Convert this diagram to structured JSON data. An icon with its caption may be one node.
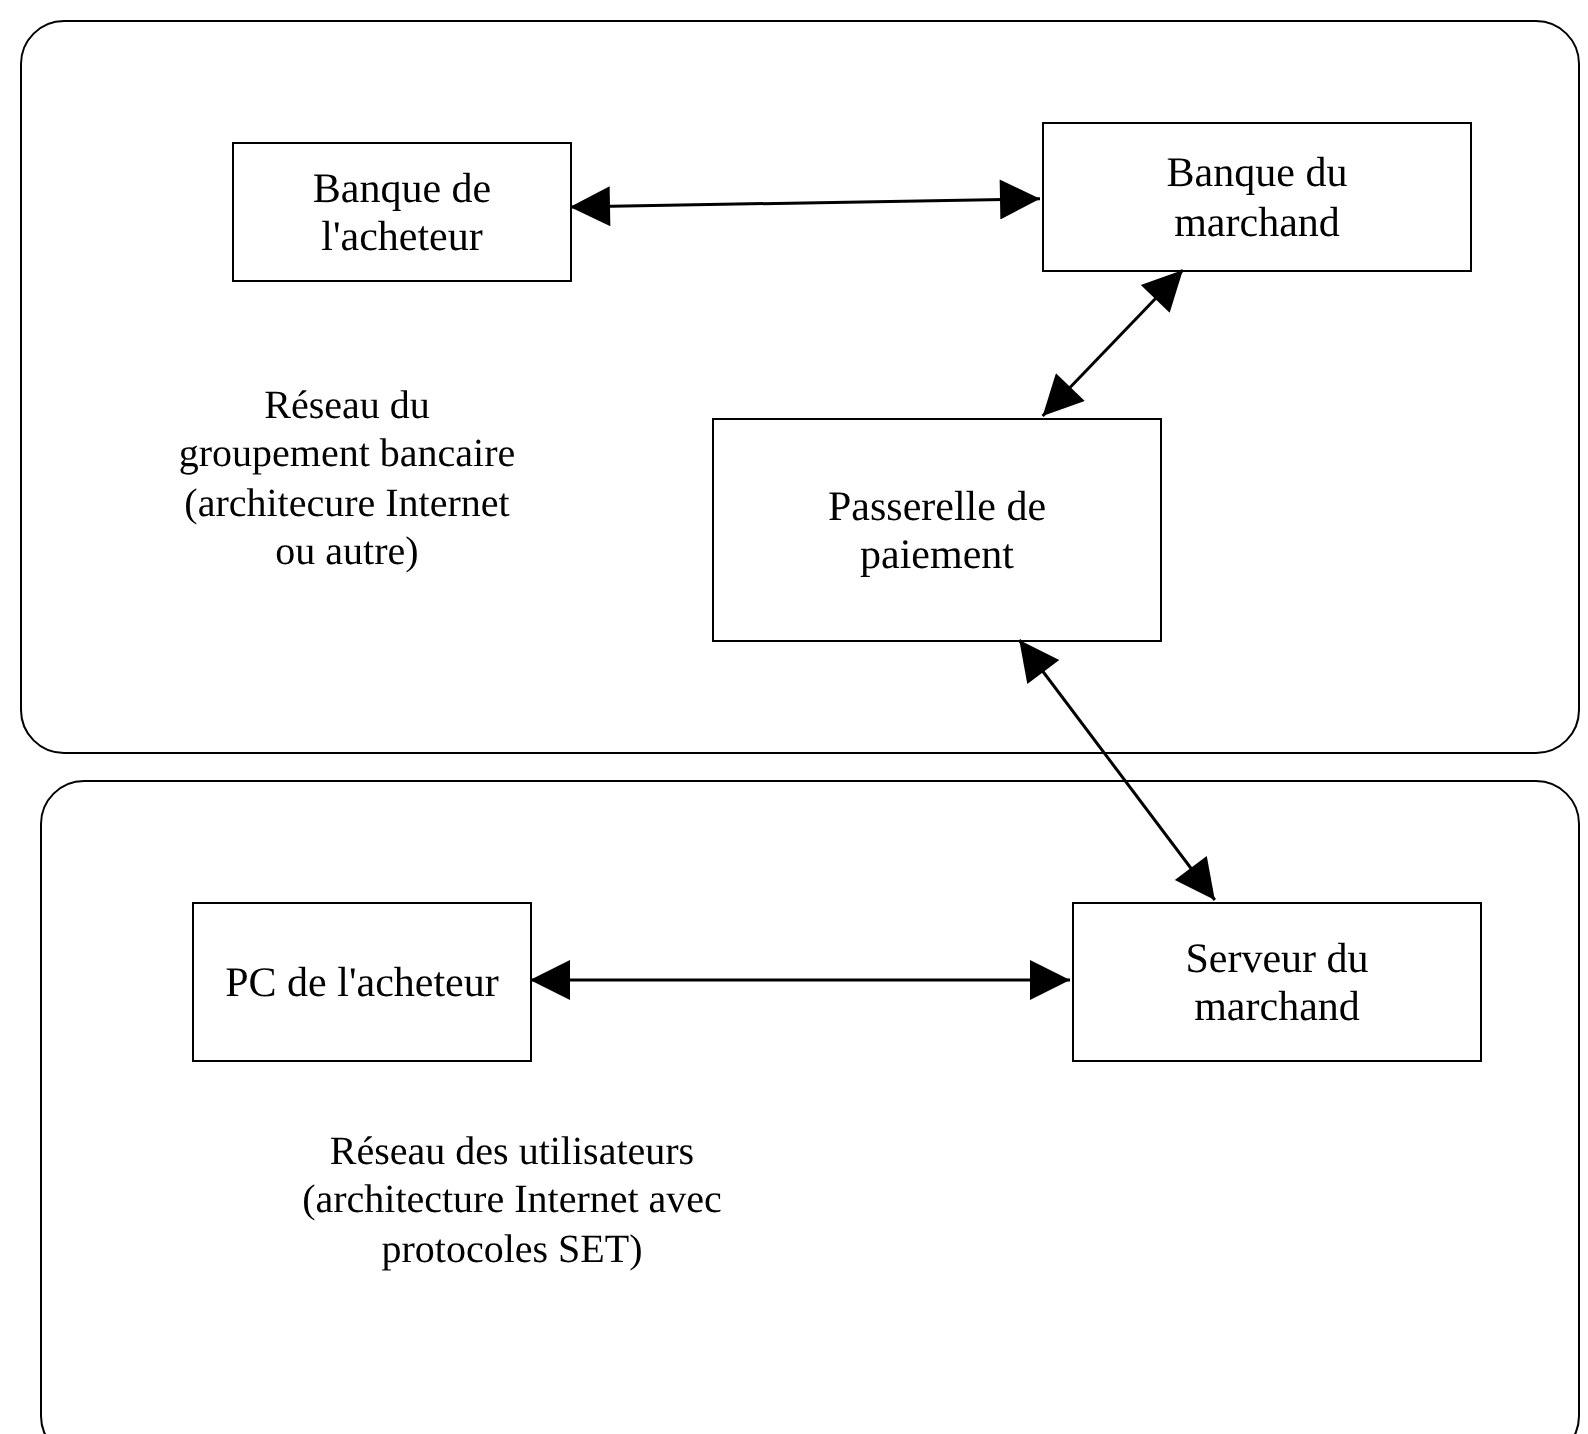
{
  "diagram": {
    "nodes": [
      {
        "text": [
          "Réseau du groupement bancaire (architecure Internet ou autre)"
        ]
      },
      {
        "text": [
          "Banque de l'acheteur"
        ],
        "in": 0
      },
      {
        "text": [
          "Banque du marchand"
        ],
        "in": 0
      },
      {
        "text": [
          "Passerelle de paiement"
        ],
        "in": 0
      },
      {
        "text": [
          "Réseau des utilisateurs (architecture Internet avec protocoles SET)"
        ]
      },
      {
        "text": [
          "PC de l'acheteur"
        ],
        "in": 4
      },
      {
        "text": [
          "Serveur du marchand"
        ],
        "in": 4
      }
    ],
    "edges": [
      {
        "from": 1,
        "to": 2,
        "arrow": "both"
      },
      {
        "from": 2,
        "to": 3,
        "arrow": "both"
      },
      {
        "from": 3,
        "to": 6,
        "arrow": "both"
      },
      {
        "from": 5,
        "to": 6,
        "arrow": "both"
      }
    ]
  }
}
